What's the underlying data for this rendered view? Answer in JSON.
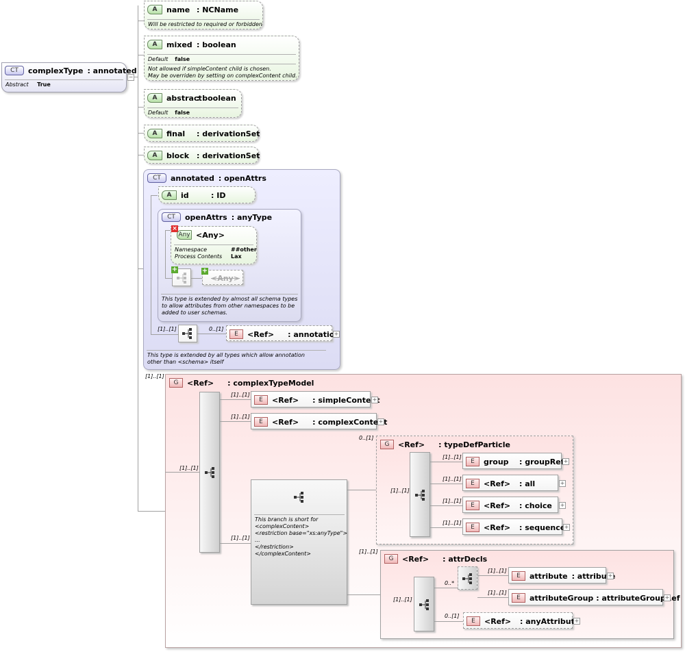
{
  "root": {
    "badge": "CT",
    "name": "complexType",
    "type": ": annotated",
    "abstract_key": "Abstract",
    "abstract_val": "True"
  },
  "attrs": {
    "name": {
      "badge": "A",
      "name": "name",
      "type": ": NCName",
      "note": "Will be restricted to required or forbidden"
    },
    "mixed": {
      "badge": "A",
      "name": "mixed",
      "type": ": boolean",
      "default_key": "Default",
      "default_val": "false",
      "note1": "Not allowed if simpleContent child is chosen.",
      "note2": "May be overriden by setting on complexContent child."
    },
    "abstract": {
      "badge": "A",
      "name": "abstract",
      "type": ": boolean",
      "default_key": "Default",
      "default_val": "false"
    },
    "final": {
      "badge": "A",
      "name": "final",
      "type": ": derivationSet"
    },
    "block": {
      "badge": "A",
      "name": "block",
      "type": ": derivationSet"
    }
  },
  "annotated": {
    "badge": "CT",
    "name": "annotated",
    "type": ": openAttrs",
    "id": {
      "badge": "A",
      "name": "id",
      "type": ": ID"
    },
    "openAttrs": {
      "badge": "CT",
      "name": "openAttrs",
      "type": ": anyType",
      "any_badge": "Any",
      "any_label": "<Any>",
      "ns_key": "Namespace",
      "ns_val": "##other",
      "pc_key": "Process Contents",
      "pc_val": "Lax",
      "any2_label": "<Any>",
      "note1": "This type is extended by almost all schema types",
      "note2": "to allow attributes from other namespaces to be",
      "note3": "added to user schemas."
    },
    "seq_card": "[1]..[1]",
    "ann_card": "0..[1]",
    "annotation": {
      "badge": "E",
      "ref": "<Ref>",
      "type": ": annotation"
    },
    "note1": "This type is extended by all types which allow annotation",
    "note2": "other than <schema> itself"
  },
  "ctm": {
    "card": "[1]..[1]",
    "badge": "G",
    "ref": "<Ref>",
    "type": ": complexTypeModel",
    "seq_card": "[1]..[1]",
    "simpleContent": {
      "card": "[1]..[1]",
      "badge": "E",
      "ref": "<Ref>",
      "type": ": simpleContent"
    },
    "complexContent": {
      "card": "[1]..[1]",
      "badge": "E",
      "ref": "<Ref>",
      "type": ": complexContent"
    },
    "branch": {
      "card": "[1]..[1]",
      "note": [
        "This branch is short for",
        "<complexContent>",
        "<restriction base=\"xs:anyType\">",
        "...",
        "</restriction>",
        "</complexContent>"
      ]
    },
    "typeDefParticle": {
      "card": "0..[1]",
      "badge": "G",
      "ref": "<Ref>",
      "type": ": typeDefParticle",
      "seq_card": "[1]..[1]",
      "items": [
        {
          "card": "[1]..[1]",
          "badge": "E",
          "name": "group",
          "type": ": groupRef"
        },
        {
          "card": "[1]..[1]",
          "badge": "E",
          "name": "<Ref>",
          "type": ": all"
        },
        {
          "card": "[1]..[1]",
          "badge": "E",
          "name": "<Ref>",
          "type": ": choice"
        },
        {
          "card": "[1]..[1]",
          "badge": "E",
          "name": "<Ref>",
          "type": ": sequence"
        }
      ]
    },
    "attrDecls": {
      "card": "[1]..[1]",
      "badge": "G",
      "ref": "<Ref>",
      "type": ": attrDecls",
      "seq_card": "[1]..[1]",
      "choice_card": "0..*",
      "attribute": {
        "card": "[1]..[1]",
        "badge": "E",
        "name": "attribute",
        "type": ": attribute"
      },
      "attributeGroup": {
        "card": "[1]..[1]",
        "badge": "E",
        "name": "attributeGroup",
        "type": ": attributeGroupRef"
      },
      "anyAttribute": {
        "card": "0..[1]",
        "badge": "E",
        "name": "<Ref>",
        "type": ": anyAttribute"
      }
    }
  }
}
